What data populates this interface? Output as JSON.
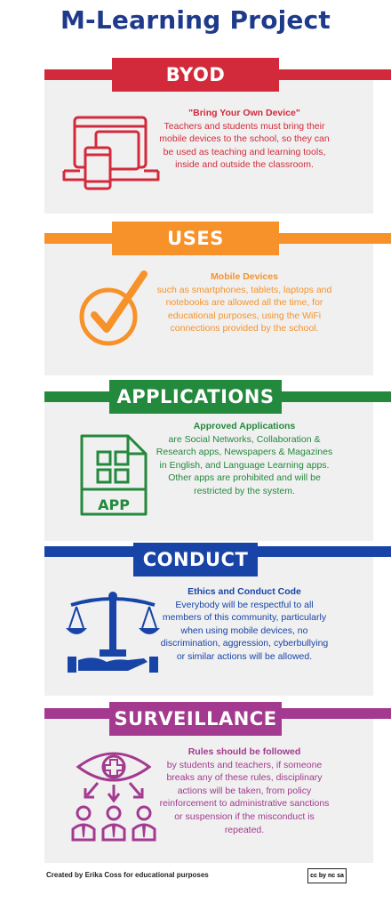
{
  "title": "M-Learning Project",
  "colors": {
    "byod": "#d32a3b",
    "uses": "#f7922a",
    "applications": "#23893c",
    "conduct": "#1844a8",
    "surveillance": "#a33a8f"
  },
  "sections": [
    {
      "key": "byod",
      "banner": "BYOD",
      "heading": "\"Bring Your Own Device\"",
      "body": "Teachers and students must bring their mobile devices to the school, so they can be used as teaching and learning tools, inside and outside the classroom.",
      "icon": "devices-icon"
    },
    {
      "key": "uses",
      "banner": "USES",
      "heading": "Mobile Devices",
      "body": "such as smartphones, tablets, laptops and notebooks are allowed all the time, for educational purposes, using the WiFi connections provided by the school.",
      "icon": "checkmark-icon"
    },
    {
      "key": "applications",
      "banner": "APPLICATIONS",
      "heading": "Approved Applications",
      "body": "are Social Networks, Collaboration & Research apps, Newspapers & Magazines in English, and Language Learning apps. Other apps are prohibited and will be restricted by the system.",
      "icon": "app-file-icon",
      "icon_text": "APP"
    },
    {
      "key": "conduct",
      "banner": "CONDUCT",
      "heading": "Ethics and Conduct Code",
      "body": "Everybody will be respectful to all members of this community, particularly when using mobile devices, no discrimination, aggression, cyberbullying or similar actions will be allowed.",
      "icon": "scales-icon"
    },
    {
      "key": "surveillance",
      "banner": "SURVEILLANCE",
      "heading": "Rules should be followed",
      "body": "by students and teachers, if someone breaks any of these rules, disciplinary actions will be taken, from policy reinforcement to administrative sanctions or suspension if the misconduct is repeated.",
      "icon": "eye-people-icon"
    }
  ],
  "footer": "Created by Erika Coss for educational purposes",
  "license_badge": "cc by nc sa"
}
